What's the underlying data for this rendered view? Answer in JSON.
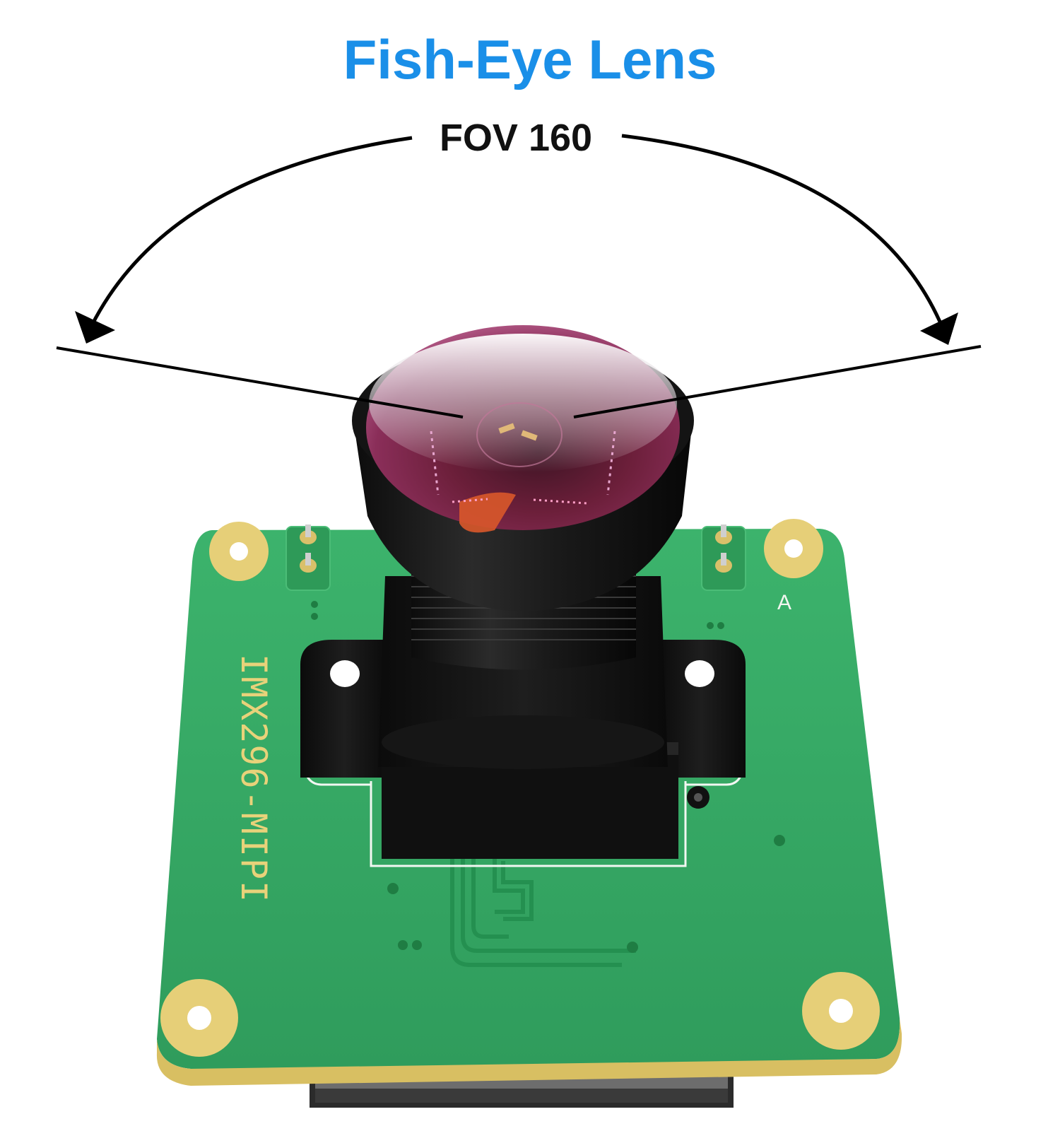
{
  "title": "Fish-Eye Lens",
  "fov_label": "FOV 160",
  "board_label": "IMX296-MIPI",
  "board_mark": "A",
  "colors": {
    "title": "#1a8fe8",
    "text": "#111111",
    "pcb": "#36a862",
    "pcb_dark": "#23864a",
    "gold": "#e5cf78",
    "lens_body": "#181818",
    "glass": "#7a2447"
  }
}
